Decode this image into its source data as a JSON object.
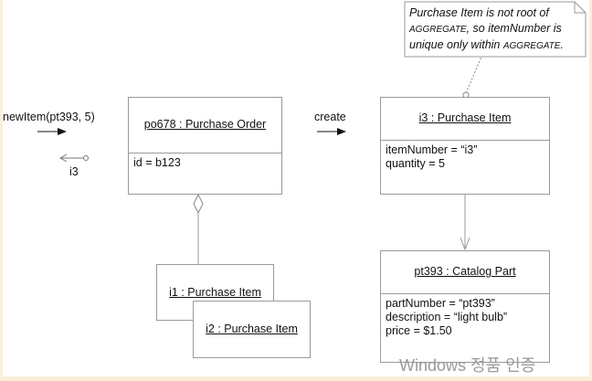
{
  "messages": {
    "incoming": "newItem(pt393, 5)",
    "return": "i3",
    "create": "create"
  },
  "objects": {
    "purchase_order": {
      "title": "po678 : Purchase Order",
      "attributes": [
        "id = b123"
      ]
    },
    "i1": {
      "title": "i1 : Purchase Item"
    },
    "i2": {
      "title": "i2 : Purchase Item"
    },
    "i3": {
      "title": "i3 : Purchase Item",
      "attributes": [
        "itemNumber = “i3”",
        "quantity = 5"
      ]
    },
    "catalog_part": {
      "title": "pt393 : Catalog Part",
      "attributes": [
        "partNumber = “pt393”",
        "description = “light bulb”",
        "price = $1.50"
      ]
    }
  },
  "note": {
    "line1": "Purchase Item is not root of",
    "line2_sc": "AGGREGATE",
    "line2_rest": ", so itemNumber is",
    "line3_pre": "unique only within ",
    "line3_sc": "AGGREGATE",
    "line3_end": "."
  },
  "watermark": "Windows 정품 인증"
}
